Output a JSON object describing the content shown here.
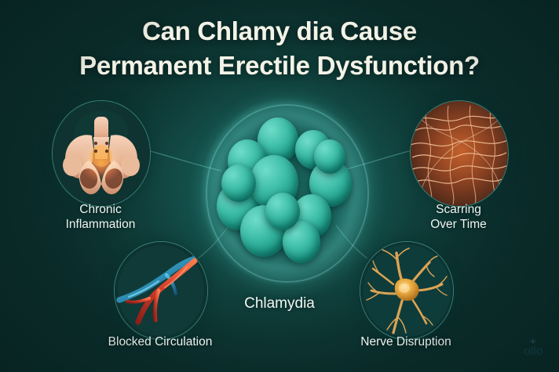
{
  "title": {
    "line1": "Can Chlamy dia Cause",
    "line2": "Permanent Erectile Dysfunction?"
  },
  "center": {
    "label": "Chlamydia",
    "icon": "bacteria-cluster-icon"
  },
  "nodes": [
    {
      "id": "chronic-inflammation",
      "icon": "pelvis-inflammation-icon",
      "label_line1": "Chronic",
      "label_line2": "Inflammation"
    },
    {
      "id": "scarring-over-time",
      "icon": "scar-tissue-fibers-icon",
      "label_line1": "Scarring",
      "label_line2": "Over Time"
    },
    {
      "id": "blocked-circulation",
      "icon": "blood-vessels-icon",
      "label_line1": "Blocked Circulation",
      "label_line2": ""
    },
    {
      "id": "nerve-disruption",
      "icon": "neuron-icon",
      "label_line1": "Nerve Disruption",
      "label_line2": ""
    }
  ],
  "watermark": {
    "mark": "+",
    "text": "ollo"
  },
  "colors": {
    "background_dark": "#0a2c2a",
    "background_glow": "#1d6b63",
    "title_text": "#f4f3e7",
    "label_text": "#eef6f3",
    "bacteria_teal": "#3fbfa9",
    "inflammation_orange": "#e8631f",
    "scar_orange": "#f0a878",
    "artery_red": "#d6402c",
    "vein_blue": "#2a8fb5",
    "neuron_gold": "#e0a33c",
    "ring_teal": "#5cc6ba"
  }
}
